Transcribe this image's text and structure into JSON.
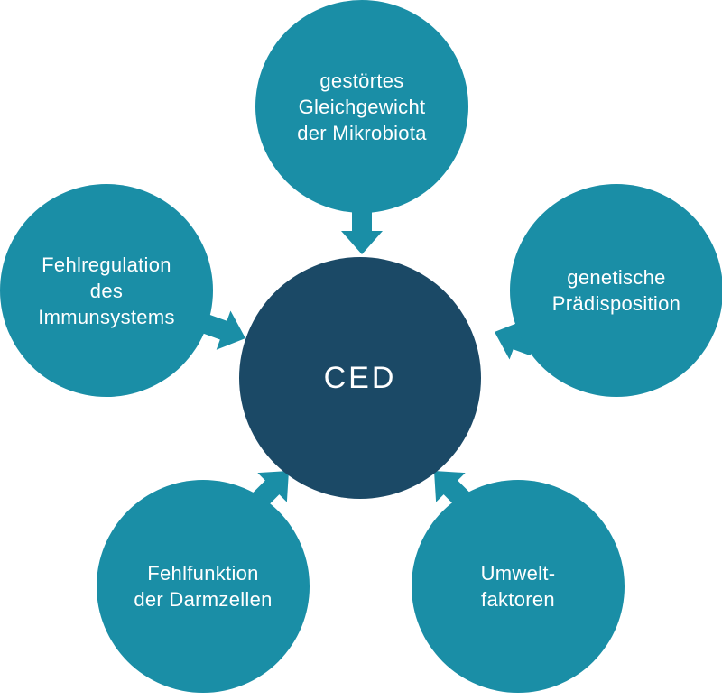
{
  "colors": {
    "outer_circle": "#1a8ea6",
    "center_circle": "#1b4966",
    "arrow": "#1a8ea6",
    "text": "#ffffff"
  },
  "center": {
    "label": "CED"
  },
  "factors": [
    {
      "label": "gestörtes\nGleichgewicht\nder Mikrobiota"
    },
    {
      "label": "genetische\nPrädisposition"
    },
    {
      "label": "Umwelt-\nfaktoren"
    },
    {
      "label": "Fehlfunktion\nder Darmzellen"
    },
    {
      "label": "Fehlregulation\ndes\nImmunsystems"
    }
  ]
}
